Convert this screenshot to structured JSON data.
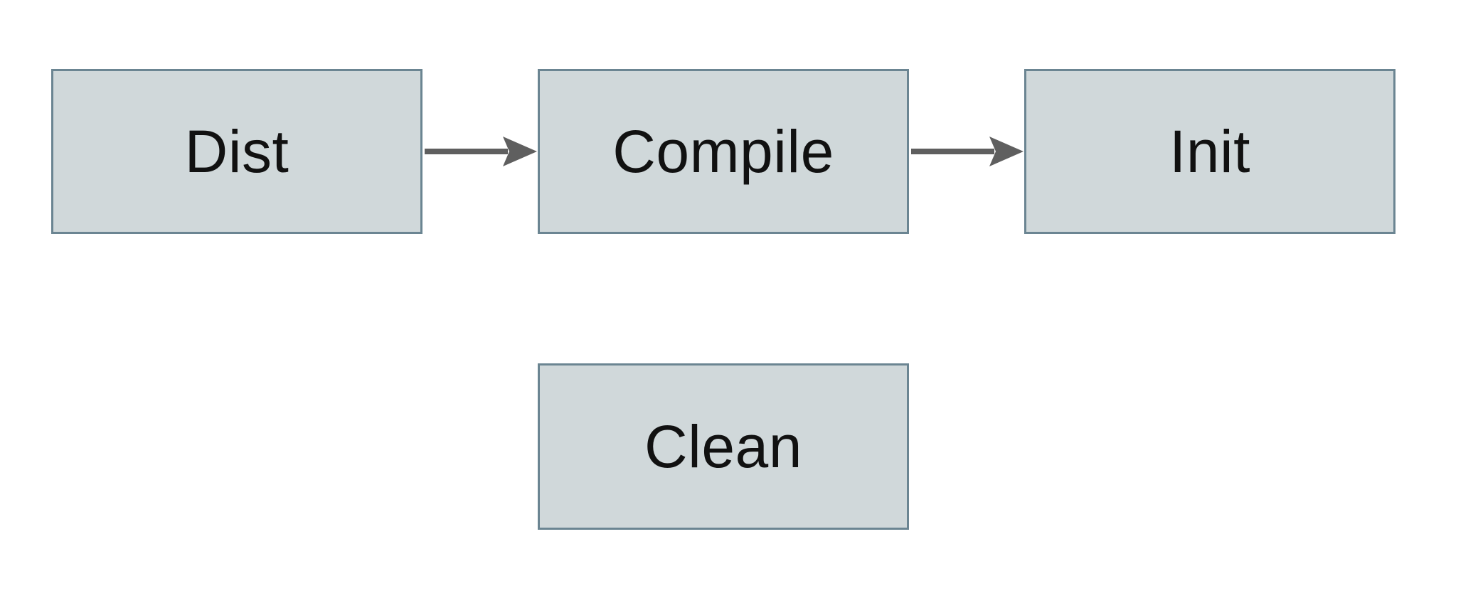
{
  "diagram": {
    "type": "flowchart",
    "colors": {
      "background": "#ffffff",
      "node_fill": "#d0d8da",
      "node_border": "#6b8592",
      "arrow": "#5f5f5f",
      "text": "#111111"
    },
    "nodes": [
      {
        "id": "dist",
        "label": "Dist"
      },
      {
        "id": "compile",
        "label": "Compile"
      },
      {
        "id": "init",
        "label": "Init"
      },
      {
        "id": "clean",
        "label": "Clean"
      }
    ],
    "edges": [
      {
        "from": "dist",
        "to": "compile",
        "direction": "right"
      },
      {
        "from": "compile",
        "to": "init",
        "direction": "right"
      }
    ]
  }
}
